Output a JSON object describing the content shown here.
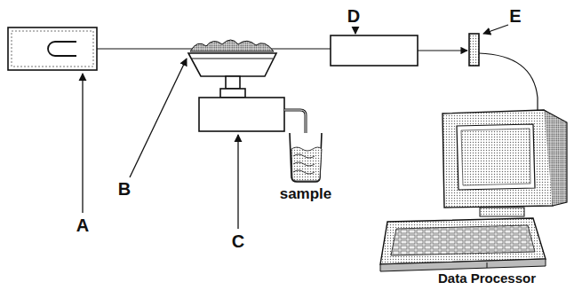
{
  "diagram": {
    "labels": [
      "A",
      "B",
      "C",
      "D",
      "E",
      "sample",
      "Data Processor"
    ]
  }
}
